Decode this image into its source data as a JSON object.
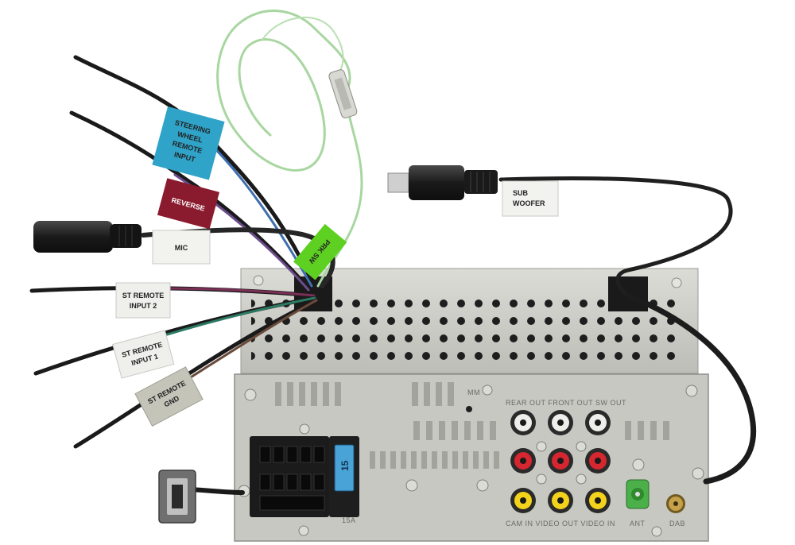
{
  "labels": {
    "steering": [
      "STEERING",
      "WHEEL",
      "REMOTE",
      "INPUT"
    ],
    "reverse": "REVERSE",
    "mic": "MIC",
    "prk_sw": "PRK SW",
    "st_remote_input_2": [
      "ST REMOTE",
      "INPUT 2"
    ],
    "st_remote_input_1": [
      "ST REMOTE",
      "INPUT 1"
    ],
    "st_remote_gnd": [
      "ST REMOTE",
      "GND"
    ],
    "subwoofer": [
      "SUB",
      "WOOFER"
    ]
  },
  "panel_text": {
    "model_mark": "MM",
    "rear_out_front_out": "REAR OUT FRONT OUT SW OUT",
    "cam_av": "CAM IN  VIDEO OUT  VIDEO IN",
    "ant": "ANT",
    "dab": "DAB",
    "fuse_rating": "15A",
    "fuse_value": "15"
  },
  "colors": {
    "steering_tag": "#2fa3c8",
    "reverse_tag": "#8a1b2e",
    "prk_tag": "#5ed021",
    "green_wire": "#a8d6a0",
    "metal": "#cfcfca",
    "rca_red": "#d6262f",
    "rca_yellow": "#f2d21b",
    "rca_white": "#eeeeea",
    "ant_green": "#4bb04a",
    "dab_gold": "#c6a14a"
  }
}
